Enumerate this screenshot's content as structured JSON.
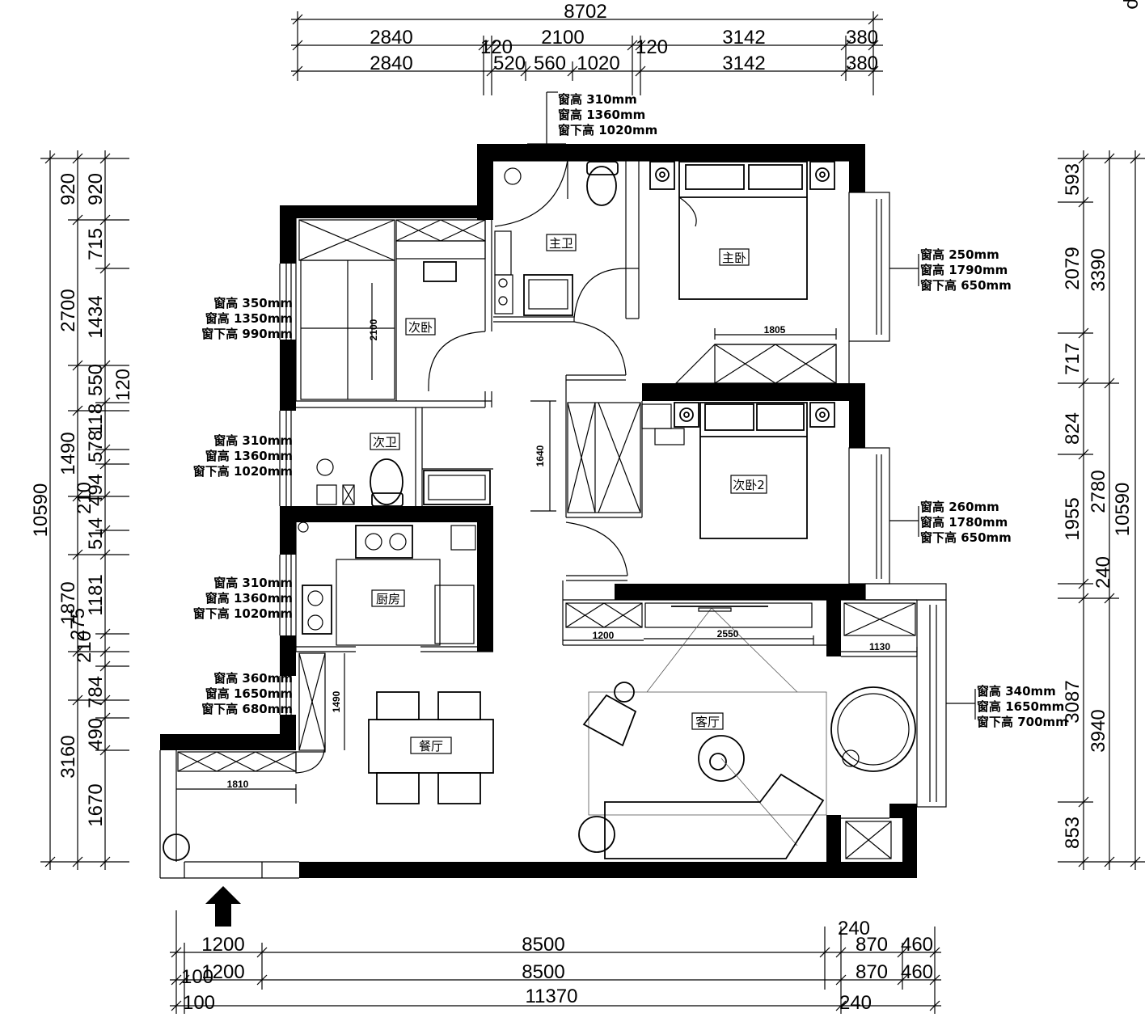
{
  "dims_top": {
    "total": "8702",
    "row1": [
      "2840",
      "120",
      "2100",
      "120",
      "3142",
      "380"
    ],
    "row2": [
      "2840",
      "520",
      "560",
      "1020",
      "3142",
      "380"
    ]
  },
  "dims_bottom": {
    "row1": [
      "1200",
      "8500",
      "240",
      "870",
      "460"
    ],
    "row2": [
      "100",
      "1200",
      "8500",
      "870",
      "460"
    ],
    "row3": [
      "100",
      "11370",
      "240"
    ]
  },
  "dims_left": {
    "total": "10590",
    "outer": [
      "920",
      "2700",
      "1490",
      "1870",
      "3160"
    ],
    "inner": [
      "920",
      "715",
      "1434",
      "550",
      "118",
      "578",
      "210",
      "494",
      "514",
      "1181",
      "275",
      "210",
      "784",
      "490",
      "1670"
    ],
    "side": "120"
  },
  "dims_right": {
    "total": "10590",
    "outer": [
      "3390",
      "2780",
      "3940"
    ],
    "inner": [
      "593",
      "2079",
      "717",
      "824",
      "1955",
      "240",
      "3087",
      "853"
    ]
  },
  "windows": {
    "top": [
      "窗高 310mm",
      "窗高 1360mm",
      "窗下高 1020mm"
    ],
    "left1": [
      "窗高 350mm",
      "窗高 1350mm",
      "窗下高 990mm"
    ],
    "left2": [
      "窗高 310mm",
      "窗高 1360mm",
      "窗下高 1020mm"
    ],
    "left3": [
      "窗高 310mm",
      "窗高 1360mm",
      "窗下高 1020mm"
    ],
    "left4": [
      "窗高 360mm",
      "窗高 1650mm",
      "窗下高 680mm"
    ],
    "right1": [
      "窗高 250mm",
      "窗高 1790mm",
      "窗下高 650mm"
    ],
    "right2": [
      "窗高 260mm",
      "窗高 1780mm",
      "窗下高 650mm"
    ],
    "right3": [
      "窗高 340mm",
      "窗高 1650mm",
      "窗下高 700mm"
    ]
  },
  "rooms": {
    "master_bath": "主卫",
    "master_bedroom": "主卧",
    "second_bedroom": "次卧",
    "second_bath": "次卫",
    "second_bedroom_2": "次卧2",
    "kitchen": "厨房",
    "dining": "餐厅",
    "living": "客厅"
  },
  "interior_dims": {
    "d2100": "2100",
    "d1805": "1805",
    "d1640": "1640",
    "d1200": "1200",
    "d2550": "2550",
    "d1130": "1130",
    "d1490": "1490",
    "d1810": "1810"
  },
  "corner_mark": "ρ"
}
